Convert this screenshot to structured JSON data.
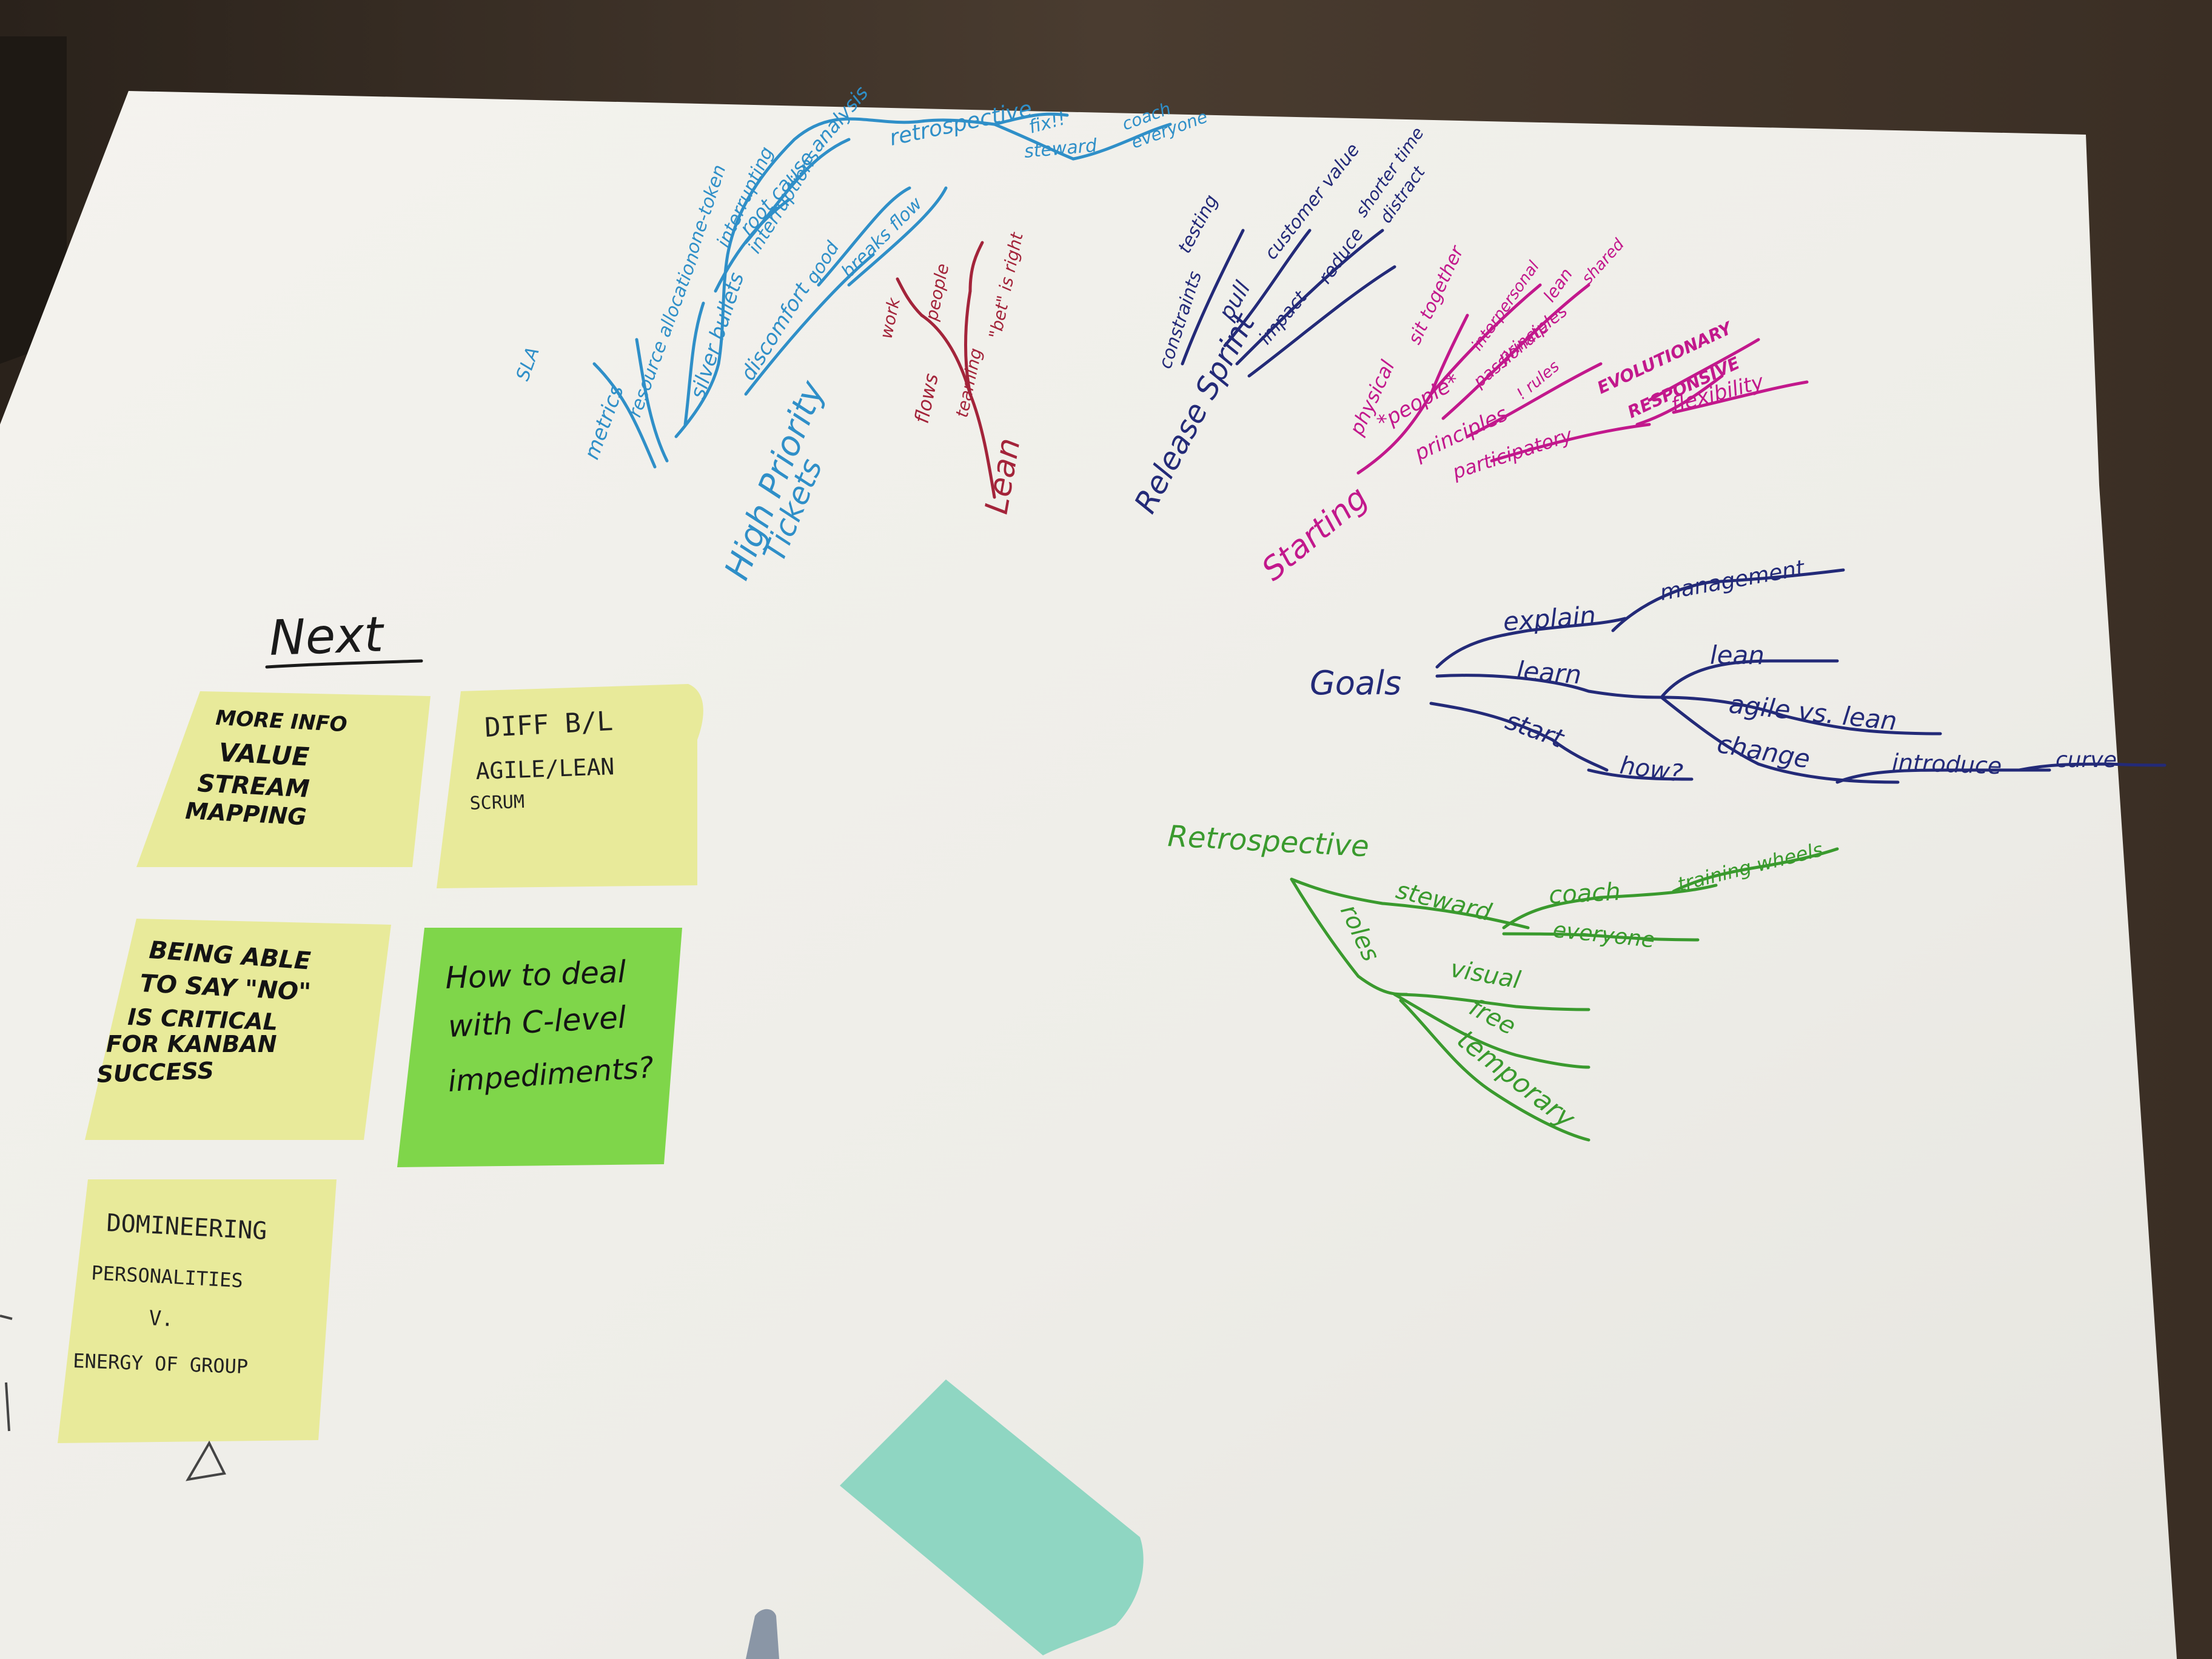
{
  "colors": {
    "table": "#3b3026",
    "paper": "#f2f1ec",
    "blue": "#2f8fc8",
    "red": "#a3243a",
    "navy": "#232a78",
    "magenta": "#c2188c",
    "green": "#3a9a2e",
    "note_yellow": "#e8ea9a",
    "note_green": "#7fd64a",
    "note_teal": "#8fd6c2",
    "ink": "#141414"
  },
  "board": {
    "heading": "Next",
    "mindmaps": {
      "blue": {
        "root": [
          "High Priority",
          "Tickets"
        ],
        "branches": [
          "metrics",
          "SLA",
          "resource allocation",
          "silver bullets",
          "one-token",
          "interrupting",
          "interruptions",
          "discomfort",
          "good",
          "root cause analysis",
          "breaks flow",
          "retrospective",
          "fix!!",
          "steward",
          "coach",
          "everyone"
        ]
      },
      "red": {
        "root": "Lean",
        "branches": [
          "flows",
          "work",
          "people",
          "teaming",
          "\"bet\" is right"
        ]
      },
      "navy_release": {
        "root": "Release Sprint",
        "branches": [
          "constraints",
          "testing",
          "pull",
          "customer value",
          "impact",
          "reduce",
          "shorter time",
          "distract"
        ]
      },
      "magenta": {
        "root": "Starting",
        "branches": [
          "physical",
          "sit together",
          "*people*",
          "interpersonal",
          "passionate",
          "lean",
          "principles",
          "shared",
          "! rules",
          "principles",
          "participatory",
          "EVOLUTIONARY",
          "RESPONSIVE",
          "flexibility"
        ]
      },
      "navy_goals": {
        "root": "Goals",
        "branches": [
          "explain",
          "management",
          "learn",
          "lean",
          "agile vs. lean",
          "change",
          "introduce",
          "curve",
          "start",
          "how?"
        ]
      },
      "green": {
        "root": "Retrospective",
        "branches": [
          "steward",
          "coach",
          "training wheels",
          "everyone",
          "roles",
          "visual",
          "free",
          "temporary"
        ]
      }
    },
    "sticky_notes": [
      {
        "lines": [
          "MORE INFO",
          "VALUE",
          "STREAM",
          "MAPPING"
        ]
      },
      {
        "lines": [
          "DIFF B/L",
          "AGILE/LEAN",
          "SCRUM"
        ]
      },
      {
        "lines": [
          "BEING ABLE",
          "TO SAY \"NO\"",
          "IS CRITICAL",
          "FOR KANBAN",
          "SUCCESS"
        ]
      },
      {
        "lines": [
          "How to deal",
          "with C-level",
          "impediments?"
        ]
      },
      {
        "lines": [
          "DOMINEERING",
          "PERSONALITIES",
          "V.",
          "ENERGY OF GROUP"
        ]
      }
    ]
  }
}
